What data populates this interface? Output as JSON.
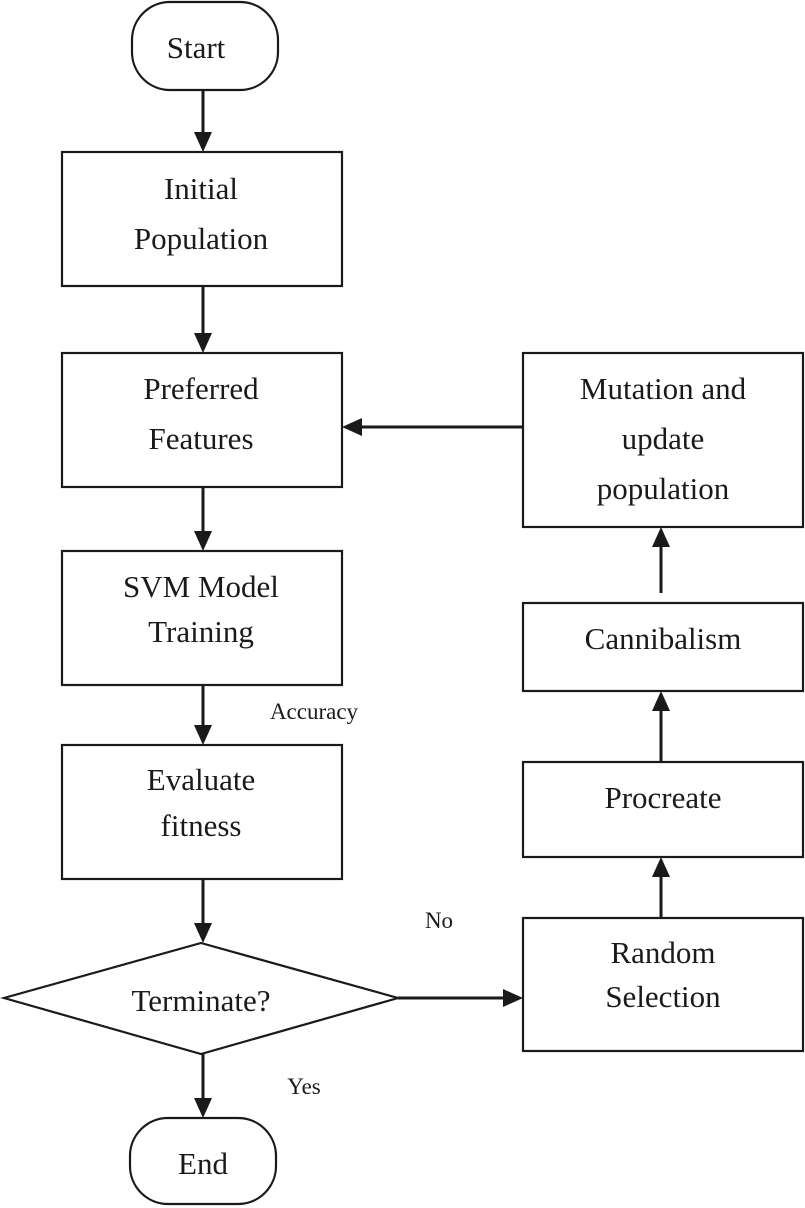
{
  "nodes": {
    "start": {
      "label": "Start"
    },
    "initial_population": {
      "lines": [
        "Initial",
        "Population"
      ]
    },
    "preferred_features": {
      "lines": [
        "Preferred",
        "Features"
      ]
    },
    "svm_training": {
      "lines": [
        "SVM Model",
        "Training"
      ]
    },
    "evaluate_fitness": {
      "lines": [
        "Evaluate",
        "fitness"
      ]
    },
    "terminate": {
      "label": "Terminate?"
    },
    "end": {
      "label": "End"
    },
    "random_selection": {
      "lines": [
        "Random",
        "Selection"
      ]
    },
    "procreate": {
      "label": "Procreate"
    },
    "cannibalism": {
      "label": "Cannibalism"
    },
    "mutation_update": {
      "lines": [
        "Mutation and",
        "update",
        "population"
      ]
    }
  },
  "edge_labels": {
    "accuracy": "Accuracy",
    "no": "No",
    "yes": "Yes"
  }
}
